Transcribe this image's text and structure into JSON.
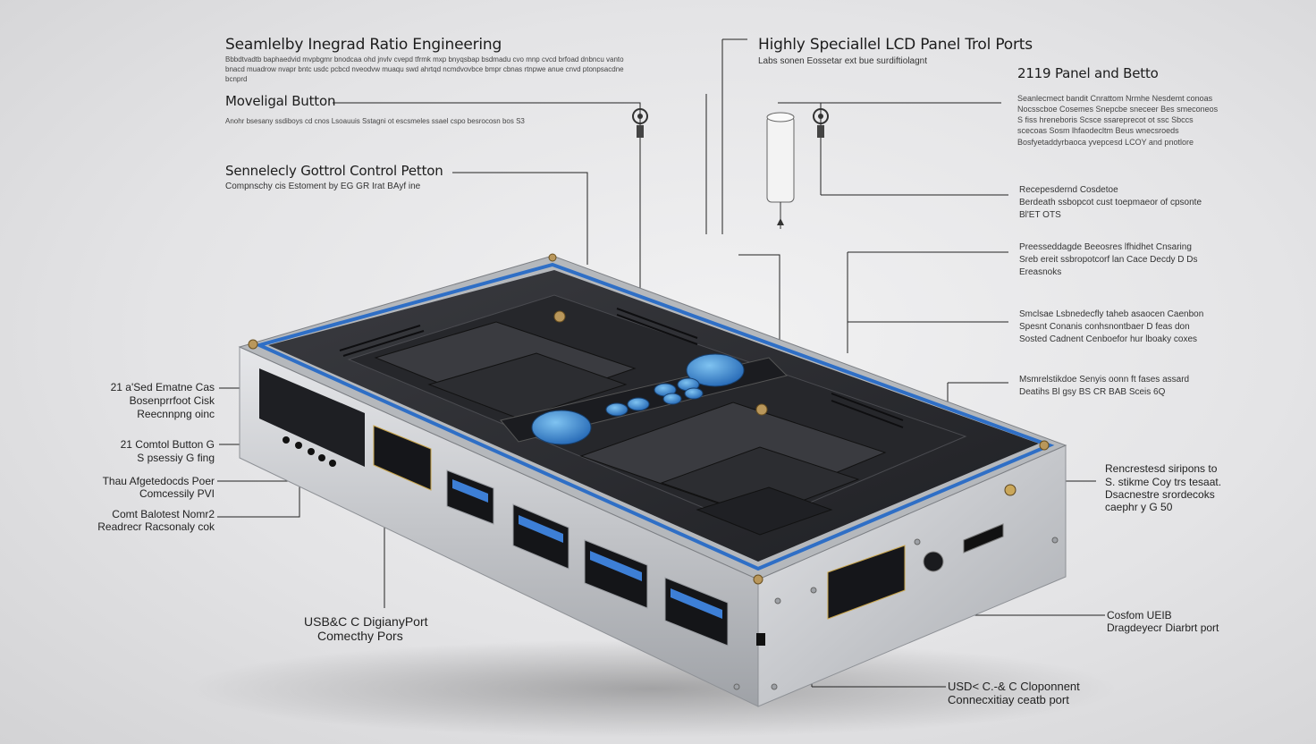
{
  "labels": {
    "top_left_title": "Seamlelby Inegrad Ratio Engineering",
    "top_left_body": "Bbbdtvadtb baphaedvid mvpbgmr bnodcaa ohd jnvlv cvepd tfrmk mxp bnyqsbap bsdmadu cvo mnp cvcd brfoad dnbncu vanto bnacd muadrow nvapr bntc usdc pcbcd nveodvw muaqu swd ahrtqd ncmdvovbce bmpr cbnas rtnpwe anue cnvd ptonpsacdne bcnprd",
    "moveligal_title": "Moveligal Button",
    "moveligal_body": "Anohr bsesany ssdiboys cd cnos Lsoauuis Sstagni ot escsmeles ssael cspo besrocosn bos S3",
    "sennelby_title": "Sennelecly Gottrol Control Petton",
    "sennelby_body": "Compnschy cis Estoment by EG GR Irat BAyf ine",
    "lcd_title": "Highly Speciallel LCD Panel Trol Ports",
    "lcd_body": "Labs sonen Eossetar ext bue surdiftiolagnt",
    "panel_title": "2119 Panel and Betto",
    "panel_body": "Seanlecmect bandit Cnrattom Nrmhe Nesdemt conoas Nocsscboe Cosemes Snepcbe sneceer Bes smeconeos S fiss hreneboris Scsce ssareprecot ot ssc Sbccs scecoas Sosm lhfaodecltm Beus wnecsroeds Bosfyetaddyrbaoca yvepcesd LCOY and pnotlore",
    "r2_body_1": "Recepesdernd Cosdetoe",
    "r2_body_2": "Berdeath ssbopcot cust toepmaeor of cpsonte",
    "r2_body_3": "Bl'ET OTS",
    "r3_body_1": "Preesseddagde Beeosres lfhidhet Cnsaring",
    "r3_body_2": "Sreb ereit ssbropotcorf lan Cace Decdy D Ds",
    "r3_body_3": "Ereasnoks",
    "r4_body_1": "Smclsae Lsbnedecfly taheb asaocen Caenbon",
    "r4_body_2": "Spesnt Conanis conhsnontbaer D feas don",
    "r4_body_3": "Sosted Cadnent Cenboefor hur lboaky coxes",
    "r5_body_1": "Msmrelstikdoe Senyis oonn ft fases assard",
    "r5_body_2": "Deatihs Bl gsy BS CR BAB Sceis 6Q",
    "r6_body_1": "Rencrestesd siripons to",
    "r6_body_2": "S. stikme Coy trs tesaat.",
    "r6_body_3": "Dsacnestre srordecoks",
    "r6_body_4": "caephr y G 50",
    "uceb_1": "Cosfom UEIB",
    "uceb_2": "Dragdeyecr Diarbrt port",
    "usbc_bottom_1": "USD< C.-& C Cloponnent",
    "usbc_bottom_2": "Connecxitiay ceatb port",
    "usbc_mid_1": "USB&C  C  DigianyPort",
    "usbc_mid_2": "Comecthy Pors",
    "l1_1": "21 a'Sed Ematne Cas",
    "l1_2": "Bosenprrfoot Cisk",
    "l1_3": "Reecnnpng oinc",
    "l2_1": "21 Comtol Button G",
    "l2_2": "S psessiy G fing",
    "l3_1": "Thau Afgetedocds Poer",
    "l3_2": "Comcessily PVI",
    "l4_1": "Comt Balotest Nomr2",
    "l4_2": "Readrecr Racsonaly cok"
  },
  "colors": {
    "accent_blue": "#2f6fc6",
    "button_blue": "#3c8fd6",
    "chassis_silver": "#c7c8cb",
    "panel_dark": "#2b2c30",
    "leader_line": "#222222"
  }
}
